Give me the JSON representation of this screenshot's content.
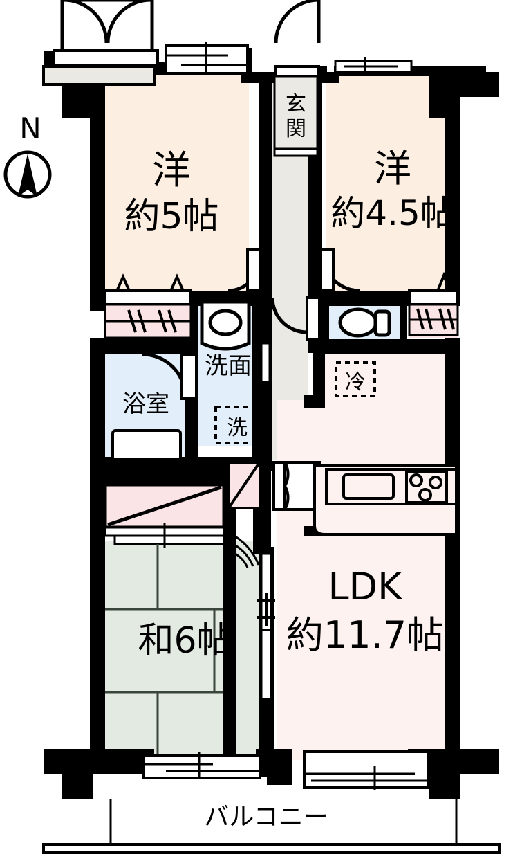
{
  "plan": {
    "type": "japanese-apartment-floor-plan",
    "layout_code": "3LDK",
    "compass": {
      "label": "N",
      "direction": "up"
    },
    "colors": {
      "wall": "#000000",
      "room_western": "#fdeee2",
      "room_ldk": "#fdf2ef",
      "room_tatami": "#e3eae2",
      "room_water": "#e2eef9",
      "closet": "#fbe4e6",
      "corridor": "#ebe9e4",
      "entrance": "#ebe9e4",
      "white": "#ffffff",
      "outline": "#000000"
    },
    "rooms": [
      {
        "id": "western-5",
        "name_line1": "洋",
        "name_line2": "約5帖",
        "kind": "western",
        "size_jo": 5
      },
      {
        "id": "western-45",
        "name_line1": "洋",
        "name_line2": "約4.5帖",
        "kind": "western",
        "size_jo": 4.5
      },
      {
        "id": "ldk",
        "name_line1": "LDK",
        "name_line2": "約11.7帖",
        "kind": "ldk",
        "size_jo": 11.7
      },
      {
        "id": "tatami-6",
        "name_line1": "和6帖",
        "name_line2": "",
        "kind": "tatami",
        "size_jo": 6
      },
      {
        "id": "genkan",
        "name_line1": "玄",
        "name_line2": "関",
        "kind": "entrance",
        "vertical": true
      },
      {
        "id": "bath",
        "name_line1": "浴室",
        "name_line2": "",
        "kind": "water"
      },
      {
        "id": "washroom",
        "name_line1": "洗面",
        "name_line2": "",
        "kind": "water"
      },
      {
        "id": "washer",
        "name_line1": "洗",
        "name_line2": "",
        "kind": "appliance-slot"
      },
      {
        "id": "fridge",
        "name_line1": "冷",
        "name_line2": "",
        "kind": "appliance-slot"
      },
      {
        "id": "balcony",
        "name_line1": "バルコニー",
        "name_line2": "",
        "kind": "balcony"
      }
    ],
    "labels": {
      "compass_n": "N",
      "western_5_top": "洋",
      "western_5_bottom": "約5帖",
      "western_45_top": "洋",
      "western_45_bottom": "約4.5帖",
      "genkan_char1": "玄",
      "genkan_char2": "関",
      "bath": "浴室",
      "washroom": "洗面",
      "washer": "洗",
      "fridge": "冷",
      "ldk_top": "LDK",
      "ldk_bottom": "約11.7帖",
      "tatami": "和6帖",
      "balcony": "バルコニー"
    },
    "fixtures": [
      {
        "id": "toilet-left",
        "name": "toilet",
        "view": "top"
      },
      {
        "id": "toilet-right",
        "name": "toilet",
        "view": "side"
      },
      {
        "id": "bathtub",
        "name": "bathtub"
      },
      {
        "id": "sink-counter",
        "name": "kitchen-sink"
      },
      {
        "id": "stove",
        "name": "gas-stove-3-burner",
        "burners": 3
      },
      {
        "id": "bay-window",
        "name": "bay-window-double-door"
      }
    ]
  }
}
